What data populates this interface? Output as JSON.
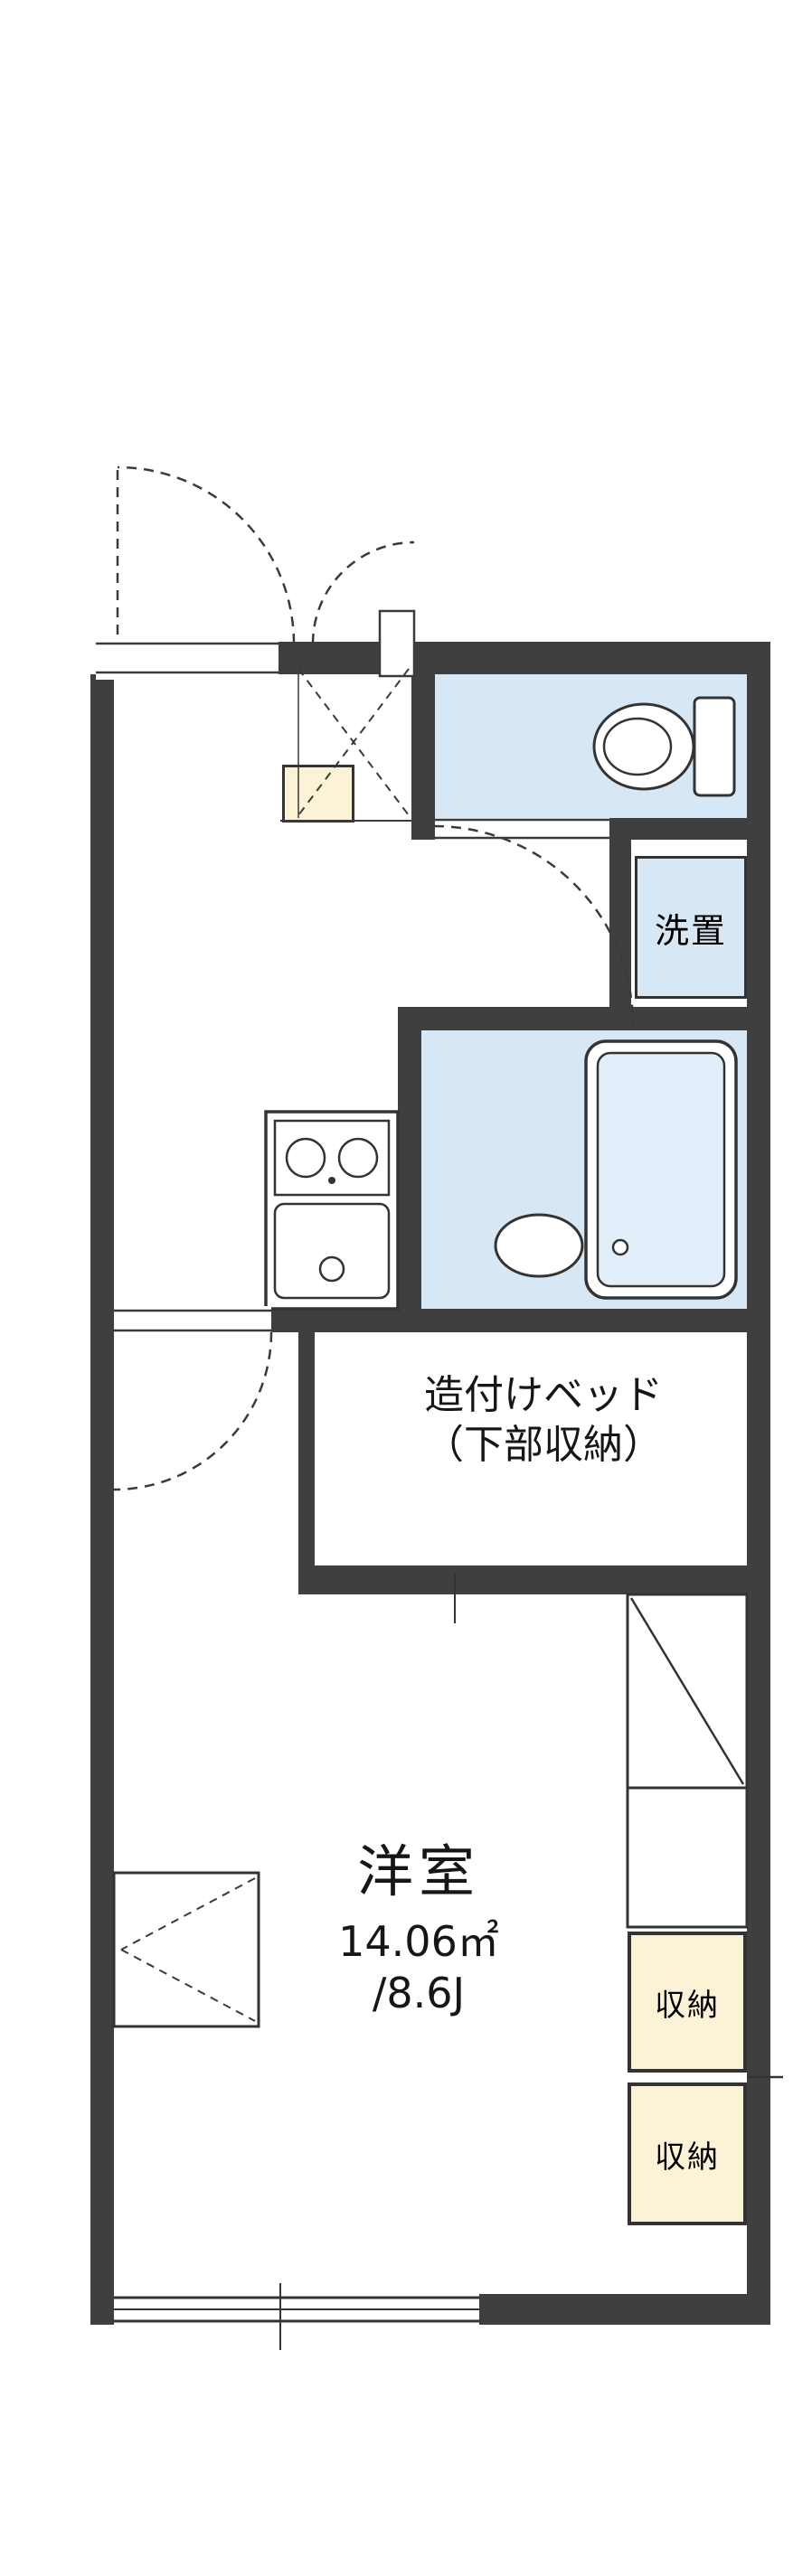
{
  "labels": {
    "laundry": "洗置",
    "bed_line1": "造付けベッド",
    "bed_line2": "（下部収納）",
    "room_name": "洋室",
    "room_area_m2": "14.06㎡",
    "room_area_tatami": "/8.6J",
    "storage_top": "収納",
    "storage_bottom": "収納"
  },
  "colors": {
    "wall": "#3f3f3f",
    "line": "#333333",
    "water_blue": "#d7e7f4",
    "storage_cream": "#fcf3d6",
    "background": "#ffffff"
  }
}
